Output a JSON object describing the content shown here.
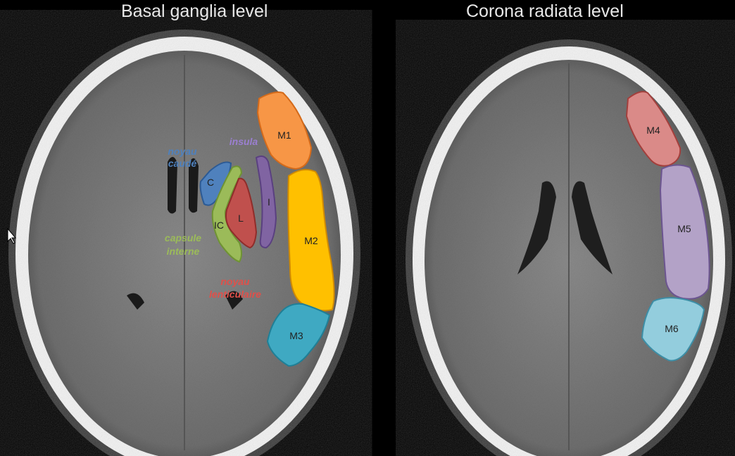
{
  "titles": {
    "left": "Basal ganglia level",
    "right": "Corona radiata level"
  },
  "regions_left": [
    {
      "id": "M1",
      "label": "M1",
      "color": "#f79646",
      "stroke": "#d46a1a"
    },
    {
      "id": "M2",
      "label": "M2",
      "color": "#ffc000",
      "stroke": "#d08a00"
    },
    {
      "id": "M3",
      "label": "M3",
      "color": "#3fa9c2",
      "stroke": "#1f7f96"
    },
    {
      "id": "C",
      "label": "C",
      "color": "#4f81bd",
      "stroke": "#2c5a94"
    },
    {
      "id": "IC",
      "label": "IC",
      "color": "#9bbb59",
      "stroke": "#6f9333"
    },
    {
      "id": "L",
      "label": "L",
      "color": "#c0504d",
      "stroke": "#8f2d2a"
    },
    {
      "id": "I",
      "label": "I",
      "color": "#8064a2",
      "stroke": "#5a4080"
    }
  ],
  "regions_right": [
    {
      "id": "M4",
      "label": "M4",
      "color": "#da8a88",
      "stroke": "#a33f3c"
    },
    {
      "id": "M5",
      "label": "M5",
      "color": "#b3a2c7",
      "stroke": "#6c5590"
    },
    {
      "id": "M6",
      "label": "M6",
      "color": "#93cddd",
      "stroke": "#3d8ea6"
    }
  ],
  "annotations": {
    "caudate": {
      "line1": "noyau",
      "line2": "caudé",
      "color": "#4f81bd"
    },
    "insula": {
      "line1": "insula",
      "color": "#9b7fd1"
    },
    "internal_capsule": {
      "line1": "capsule",
      "line2": "interne",
      "color": "#9bbb59"
    },
    "lentiform": {
      "line1": "noyau",
      "line2": "lenticulaire",
      "color": "#e0504a"
    }
  }
}
